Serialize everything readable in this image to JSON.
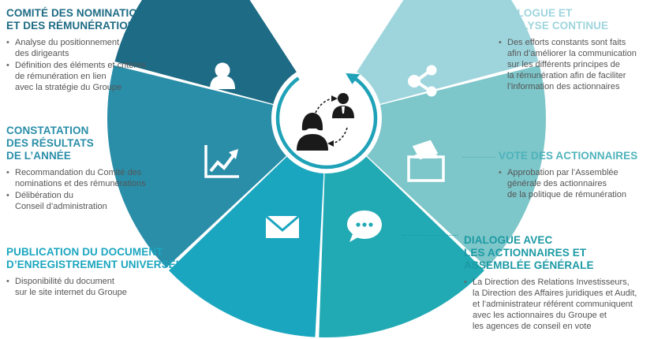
{
  "colors": {
    "dark_teal": "#1d6b84",
    "teal": "#2a8ea9",
    "bright_teal": "#1ba6bf",
    "aqua": "#21aab4",
    "light_teal": "#7dc6c9",
    "pale_aqua": "#9ed5dd",
    "icon_dark": "#1a1a1a"
  },
  "blocks": {
    "remuneration_committee": {
      "title": [
        "COMITÉ DES NOMINATIONS",
        "ET DES RÉMUNÉRATIONS"
      ],
      "bullets": [
        [
          "Analyse du positionnement",
          "des dirigeants"
        ],
        [
          "Définition des éléments et critères",
          "de rémunération en lien",
          "avec la stratégie du Groupe"
        ]
      ]
    },
    "results": {
      "title": [
        "CONSTATATION",
        "DES RÉSULTATS",
        "DE L’ANNÉE"
      ],
      "bullets": [
        [
          "Recommandation du Comité des",
          "nominations et des rémunérations"
        ],
        [
          "Délibération du",
          "Conseil d’administration"
        ]
      ]
    },
    "publication": {
      "title": [
        "PUBLICATION DU DOCUMENT",
        "D’ENREGISTREMENT UNIVERSEL"
      ],
      "bullets": [
        [
          "Disponibilité du document",
          "sur le site internet du Groupe"
        ]
      ]
    },
    "dialogue_continuous": {
      "title": [
        "DIALOGUE ET",
        "ANALYSE CONTINUE"
      ],
      "bullets": [
        [
          "Des efforts constants sont faits",
          "afin d’améliorer la communication",
          "sur les différents principes de",
          "la rémunération afin de faciliter",
          "l’information des actionnaires"
        ]
      ]
    },
    "vote": {
      "title": [
        "VOTE DES ACTIONNAIRES"
      ],
      "bullets": [
        [
          "Approbation par l’Assemblée",
          "générale des actionnaires",
          "de la politique de rémunération"
        ]
      ]
    },
    "dialogue_shareholders": {
      "title": [
        "DIALOGUE AVEC",
        "LES ACTIONNAIRES ET",
        "ASSEMBLÉE GÉNÉRALE"
      ],
      "bullets": [
        [
          "La Direction des Relations Investisseurs,",
          "la Direction des Affaires juridiques et Audit,",
          "et l’administrateur référent communiquent",
          "avec les actionnaires du Groupe et",
          "les agences de conseil en vote"
        ]
      ]
    }
  },
  "icons": {
    "committee": "person-icon",
    "results": "growth-chart-icon",
    "publication": "envelope-icon",
    "dialogue_continuous": "share-icon",
    "vote": "ballot-box-icon",
    "dialogue_shareholders": "chat-bubble-icon",
    "center": "exchange-people-icon"
  }
}
